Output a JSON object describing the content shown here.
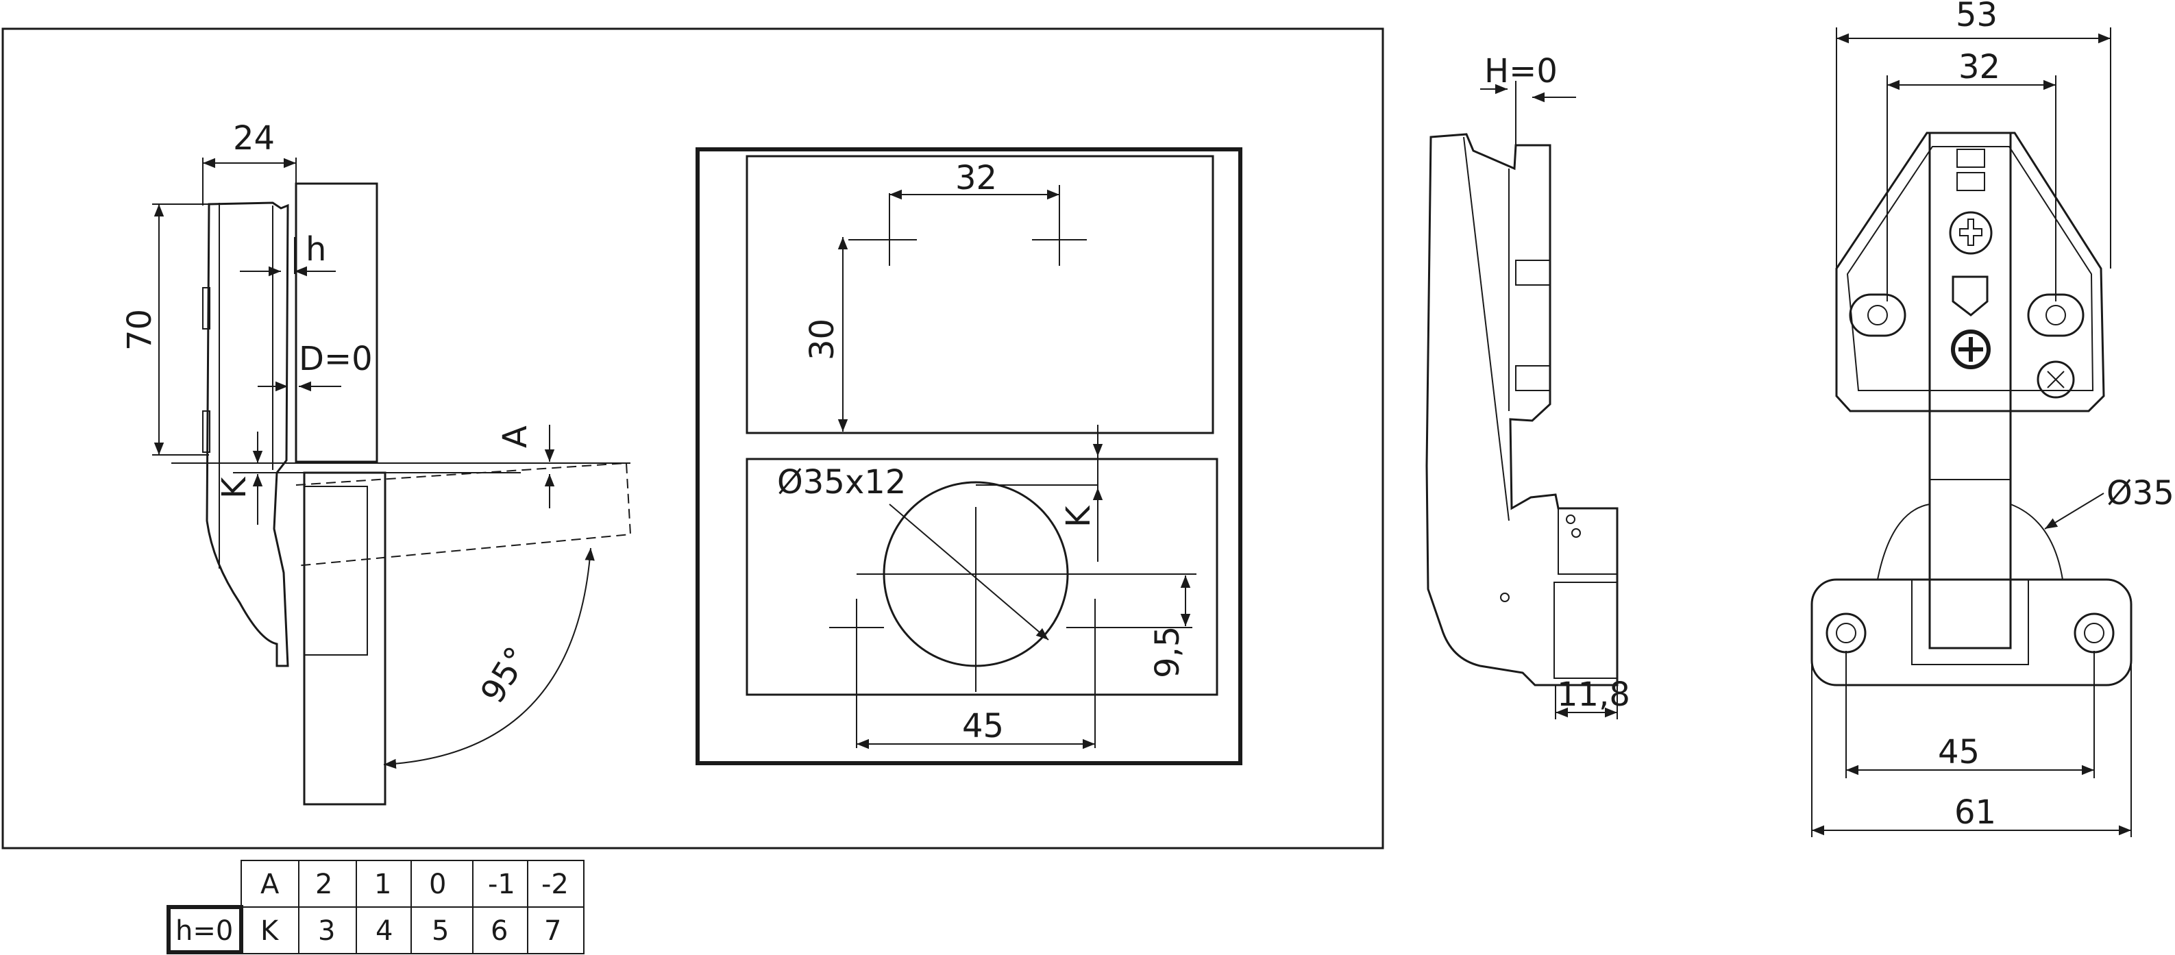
{
  "side_view": {
    "dims": {
      "width": "24",
      "height": "70",
      "h": "h",
      "d": "D=0",
      "a": "A",
      "k": "K",
      "angle": "95°"
    }
  },
  "drill_view": {
    "dims": {
      "spacing_top": "32",
      "vertical": "30",
      "cup": "Ø35x12",
      "k": "K",
      "offset": "9,5",
      "spacing_bottom": "45"
    }
  },
  "profile_view": {
    "dims": {
      "h_zero": "H=0",
      "depth": "11,8"
    }
  },
  "front_view": {
    "dims": {
      "outer": "53",
      "inner": "32",
      "cup": "Ø35",
      "base_holes": "45",
      "base_width": "61"
    }
  },
  "table": {
    "label": "h=0",
    "row_a": [
      "A",
      "2",
      "1",
      "0",
      "-1",
      "-2"
    ],
    "row_k": [
      "K",
      "3",
      "4",
      "5",
      "6",
      "7"
    ]
  }
}
